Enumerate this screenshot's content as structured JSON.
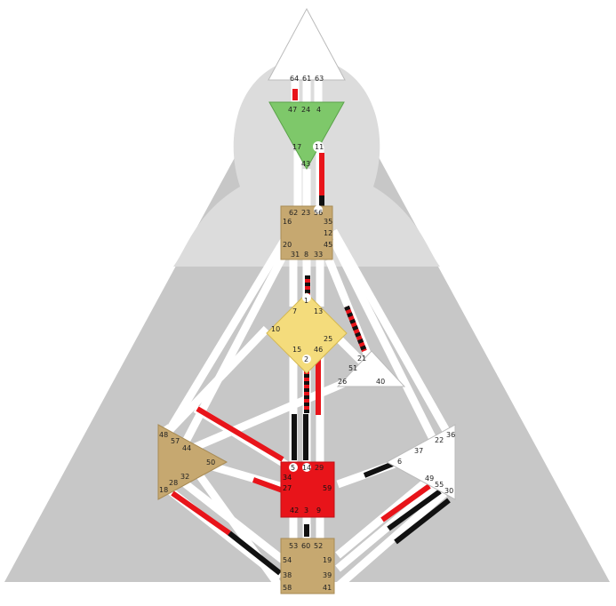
{
  "colors": {
    "background_triangle": "#c7c7c7",
    "head_silhouette": "#dcdcdc",
    "channel_white": "#ffffff",
    "activation_red": "#e8141a",
    "activation_black": "#111111",
    "head_center": "#ffffff",
    "ajna_center": "#7ec86a",
    "throat_center": "#c6a870",
    "g_center": "#f4dc7c",
    "heart_center": "#ffffff",
    "spleen_center": "#c6a870",
    "sacral_center": "#e8141a",
    "solar_plexus_center": "#ffffff",
    "root_center": "#c6a870"
  },
  "centers": {
    "head": {
      "gates": [
        "64",
        "61",
        "63"
      ]
    },
    "ajna": {
      "gates": [
        "47",
        "24",
        "4",
        "17",
        "11",
        "43"
      ]
    },
    "throat": {
      "gates": [
        "62",
        "23",
        "56",
        "16",
        "35",
        "12",
        "20",
        "45",
        "31",
        "8",
        "33"
      ]
    },
    "g": {
      "gates": [
        "1",
        "7",
        "13",
        "10",
        "25",
        "15",
        "46",
        "2"
      ]
    },
    "heart": {
      "gates": [
        "21",
        "51",
        "26",
        "40"
      ]
    },
    "spleen": {
      "gates": [
        "48",
        "57",
        "44",
        "50",
        "32",
        "28",
        "18"
      ]
    },
    "sacral": {
      "gates": [
        "5",
        "14",
        "29",
        "34",
        "27",
        "59",
        "42",
        "3",
        "9"
      ]
    },
    "solar_plexus": {
      "gates": [
        "36",
        "22",
        "37",
        "6",
        "49",
        "55",
        "30"
      ]
    },
    "root": {
      "gates": [
        "53",
        "60",
        "52",
        "54",
        "38",
        "58",
        "19",
        "39",
        "41"
      ]
    }
  }
}
